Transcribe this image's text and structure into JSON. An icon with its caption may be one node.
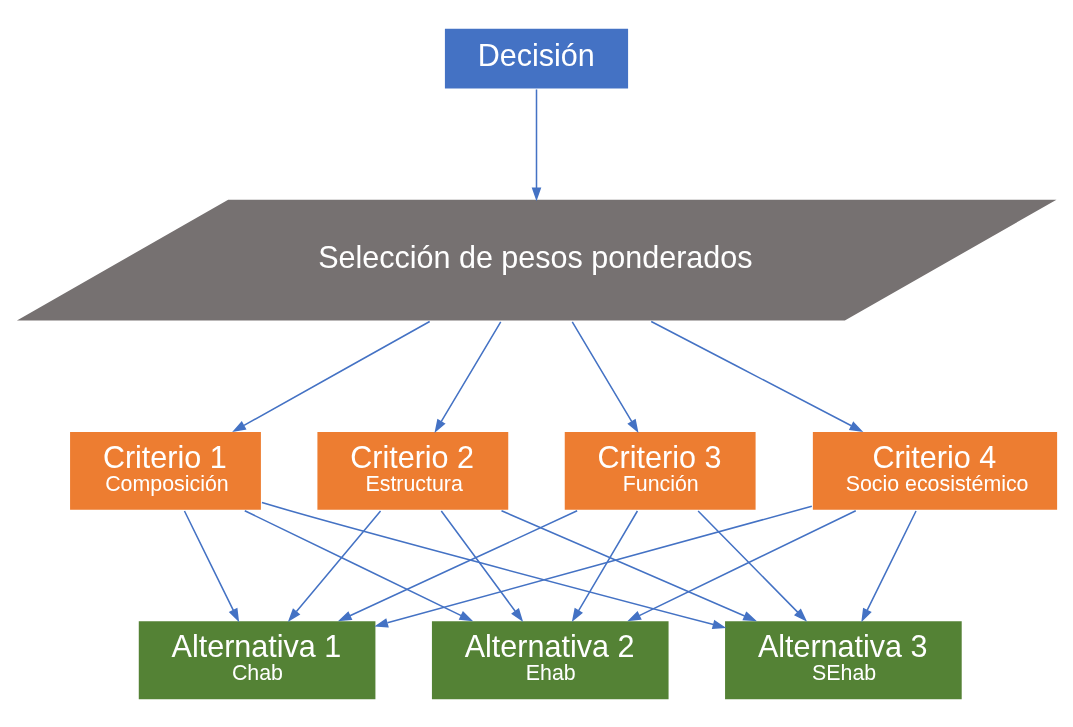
{
  "diagram": {
    "nodes": [
      {
        "text": [
          "Decisión"
        ]
      },
      {
        "text": [
          "Selección de pesos ponderados"
        ]
      },
      {
        "text": [
          "Criterio 1",
          "Composición"
        ]
      },
      {
        "text": [
          "Criterio 2",
          "Estructura"
        ]
      },
      {
        "text": [
          "Criterio 3",
          "Función"
        ]
      },
      {
        "text": [
          "Criterio 4",
          "Socio ecosistémico"
        ]
      },
      {
        "text": [
          "Alternativa 1",
          "Chab"
        ]
      },
      {
        "text": [
          "Alternativa 2",
          "Ehab"
        ]
      },
      {
        "text": [
          "Alternativa 3",
          "SEhab"
        ]
      }
    ],
    "edges": [
      {
        "from": 0,
        "to": 1,
        "arrow": "to"
      },
      {
        "from": 1,
        "to": 2,
        "arrow": "to"
      },
      {
        "from": 1,
        "to": 3,
        "arrow": "to"
      },
      {
        "from": 1,
        "to": 4,
        "arrow": "to"
      },
      {
        "from": 1,
        "to": 5,
        "arrow": "to"
      },
      {
        "from": 2,
        "to": 6,
        "arrow": "to"
      },
      {
        "from": 2,
        "to": 7,
        "arrow": "to"
      },
      {
        "from": 2,
        "to": 8,
        "arrow": "to"
      },
      {
        "from": 3,
        "to": 6,
        "arrow": "to"
      },
      {
        "from": 3,
        "to": 7,
        "arrow": "to"
      },
      {
        "from": 3,
        "to": 8,
        "arrow": "to"
      },
      {
        "from": 4,
        "to": 6,
        "arrow": "to"
      },
      {
        "from": 4,
        "to": 7,
        "arrow": "to"
      },
      {
        "from": 4,
        "to": 8,
        "arrow": "to"
      },
      {
        "from": 5,
        "to": 6,
        "arrow": "to"
      },
      {
        "from": 5,
        "to": 7,
        "arrow": "to"
      },
      {
        "from": 5,
        "to": 8,
        "arrow": "to"
      }
    ]
  }
}
